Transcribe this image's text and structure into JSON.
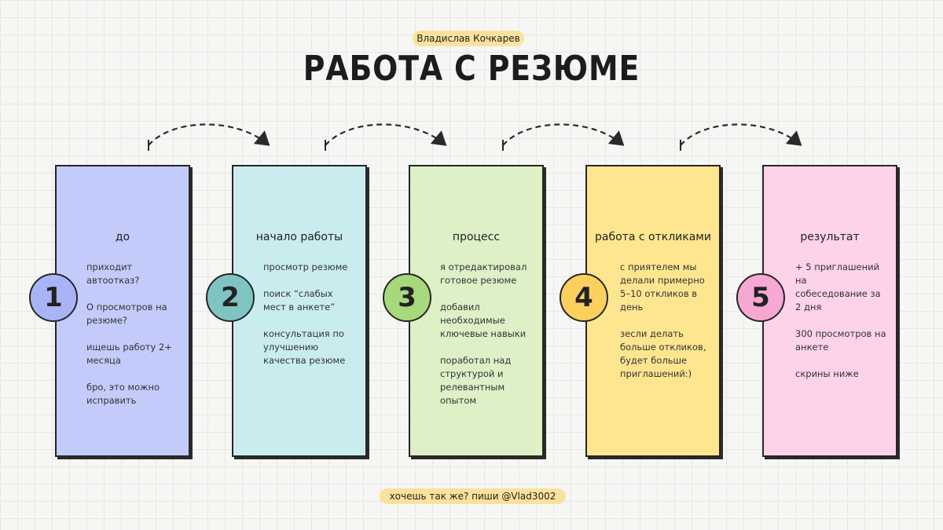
{
  "header": {
    "author": "Владислав Кочкарев",
    "title": "РАБОТА С РЕЗЮМЕ"
  },
  "colors": {
    "card_1": "#c3cbfb",
    "card_2": "#c9ecef",
    "card_3": "#ddf0c6",
    "card_4": "#fde68f",
    "card_5": "#fcd3e8",
    "num_1": "#a9b4f6",
    "num_2": "#7fc4c2",
    "num_3": "#a6d97c",
    "num_4": "#fdd05e",
    "num_5": "#f6a8d3",
    "badge": "#fbe29c"
  },
  "steps": [
    {
      "number": "1",
      "title": "до",
      "items": [
        "приходит\nавтоотказ?",
        "О просмотров на\nрезюме?",
        "ищешь работу 2+\nмесяца",
        "бро, это можно\nисправить"
      ]
    },
    {
      "number": "2",
      "title": "начало работы",
      "items": [
        "просмотр резюме",
        "поиск “слабых\nмест в анкете”",
        "консультация по\nулучшению\nкачества резюме"
      ]
    },
    {
      "number": "3",
      "title": "процесс",
      "items": [
        "я отредактировал\nготовое резюме",
        "добавил\nнеобходимые\nключевые навыки",
        "поработал над\nструктурой и\nрелевантным\nопытом"
      ]
    },
    {
      "number": "4",
      "title": "работа с откликами",
      "items": [
        "с приятелем мы\nделали примерно\n5–10 откликов в\nдень",
        "зесли делать\nбольше откликов,\nбудет больше\nприглашений:)"
      ]
    },
    {
      "number": "5",
      "title": "результат",
      "items": [
        "+ 5 приглашений на\nсобеседование за\n2 дня",
        "300 просмотров на\nанкете",
        "скрины ниже"
      ]
    }
  ],
  "footer": {
    "text": "хочешь так же? пиши @Vlad3002"
  }
}
